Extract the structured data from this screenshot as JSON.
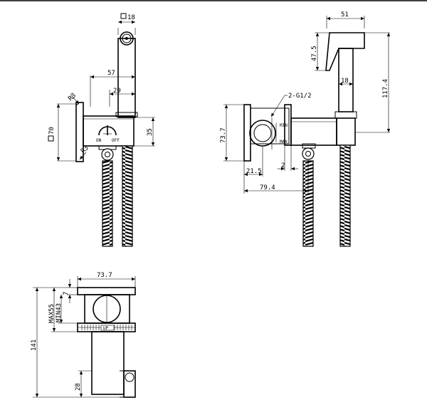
{
  "front_view": {
    "square_18": "18",
    "width_57": "57",
    "width_29": "29",
    "radius_top": "R3",
    "radius_bottom": "R3",
    "square_70": "70",
    "height_35": "35",
    "mark_on": "ON",
    "mark_off": "OFF"
  },
  "side_view": {
    "width_51": "51",
    "height_47_5": "47.5",
    "height_117_4": "117.4",
    "width_18": "18",
    "thread_label": "2-G1/2",
    "height_73_7": "73.7",
    "width_21_5": "21.5",
    "width_2": "2",
    "width_79_4": "79.4",
    "mark_min": "MIN",
    "mark_max": "MAX"
  },
  "top_view": {
    "width_73_7": "73.7",
    "max_55": "MAX55",
    "min_43": "MIN43",
    "depth_7": "7",
    "height_141": "141",
    "height_28": "28",
    "mark_up": "UP"
  }
}
